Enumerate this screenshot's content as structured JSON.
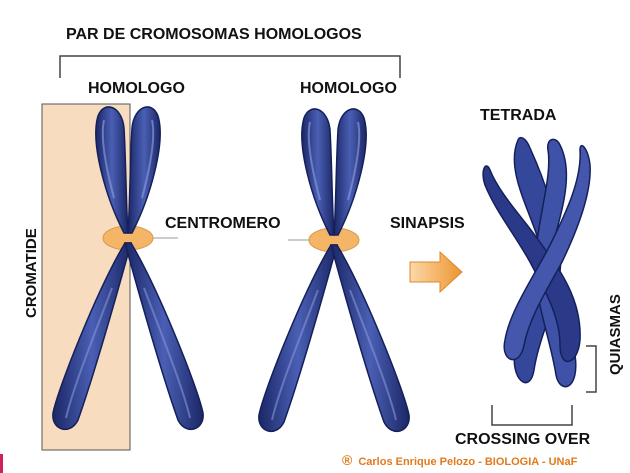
{
  "labels": {
    "pair_title": "PAR DE CROMOSOMAS HOMOLOGOS",
    "homolog_left": "HOMOLOGO",
    "homolog_right": "HOMOLOGO",
    "centromere": "CENTROMERO",
    "chromatid": "CROMATIDE",
    "synapsis": "SINAPSIS",
    "tetrad": "TETRADA",
    "chiasmata": "QUIASMAS",
    "crossing_over": "CROSSING OVER"
  },
  "credit": {
    "symbol": "®",
    "text": "Carlos Enrique Pelozo - BIOLOGIA - UNaF"
  },
  "colors": {
    "chromosome": "#34479a",
    "chromosome_dark": "#1b2766",
    "chromosome_light": "#8494d6",
    "centromere": "#f4b566",
    "chromatid_highlight": "#f8dcc0",
    "arrow": "#f0a040",
    "bracket": "#444444",
    "credit": "#e07a1c"
  }
}
